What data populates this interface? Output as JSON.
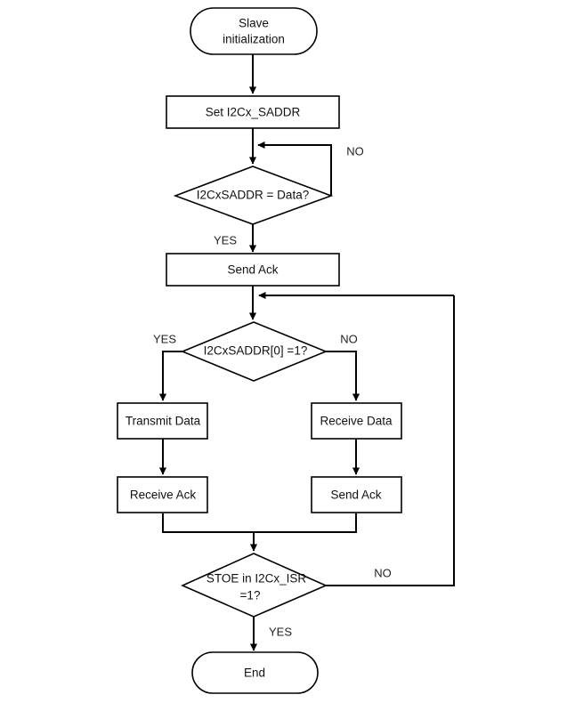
{
  "diagram": {
    "type": "flowchart",
    "title": "I2C Slave initialization flowchart",
    "background_color": "#ffffff",
    "line_color": "#000000",
    "text_color": "#111111"
  },
  "nodes": {
    "start": {
      "shape": "terminator",
      "label_line1": "Slave",
      "label_line2": "initialization"
    },
    "set_saddr": {
      "shape": "process",
      "label": "Set I2Cx_SADDR"
    },
    "check_saddr": {
      "shape": "decision",
      "label": "I2CxSADDR = Data?"
    },
    "send_ack_1": {
      "shape": "process",
      "label": "Send Ack"
    },
    "check_saddr_bit0": {
      "shape": "decision",
      "label": "I2CxSADDR[0]  =1?"
    },
    "transmit_data": {
      "shape": "process",
      "label": "Transmit Data"
    },
    "receive_data": {
      "shape": "process",
      "label": "Receive Data"
    },
    "receive_ack": {
      "shape": "process",
      "label": "Receive Ack"
    },
    "send_ack_2": {
      "shape": "process",
      "label": "Send  Ack"
    },
    "check_stoe": {
      "shape": "decision",
      "label_line1": "STOE in I2Cx_ISR",
      "label_line2": "=1?"
    },
    "end": {
      "shape": "terminator",
      "label": "End"
    }
  },
  "edge_labels": {
    "saddr_no": "NO",
    "saddr_yes": "YES",
    "bit0_yes": "YES",
    "bit0_no": "NO",
    "stoe_no": "NO",
    "stoe_yes": "YES"
  }
}
